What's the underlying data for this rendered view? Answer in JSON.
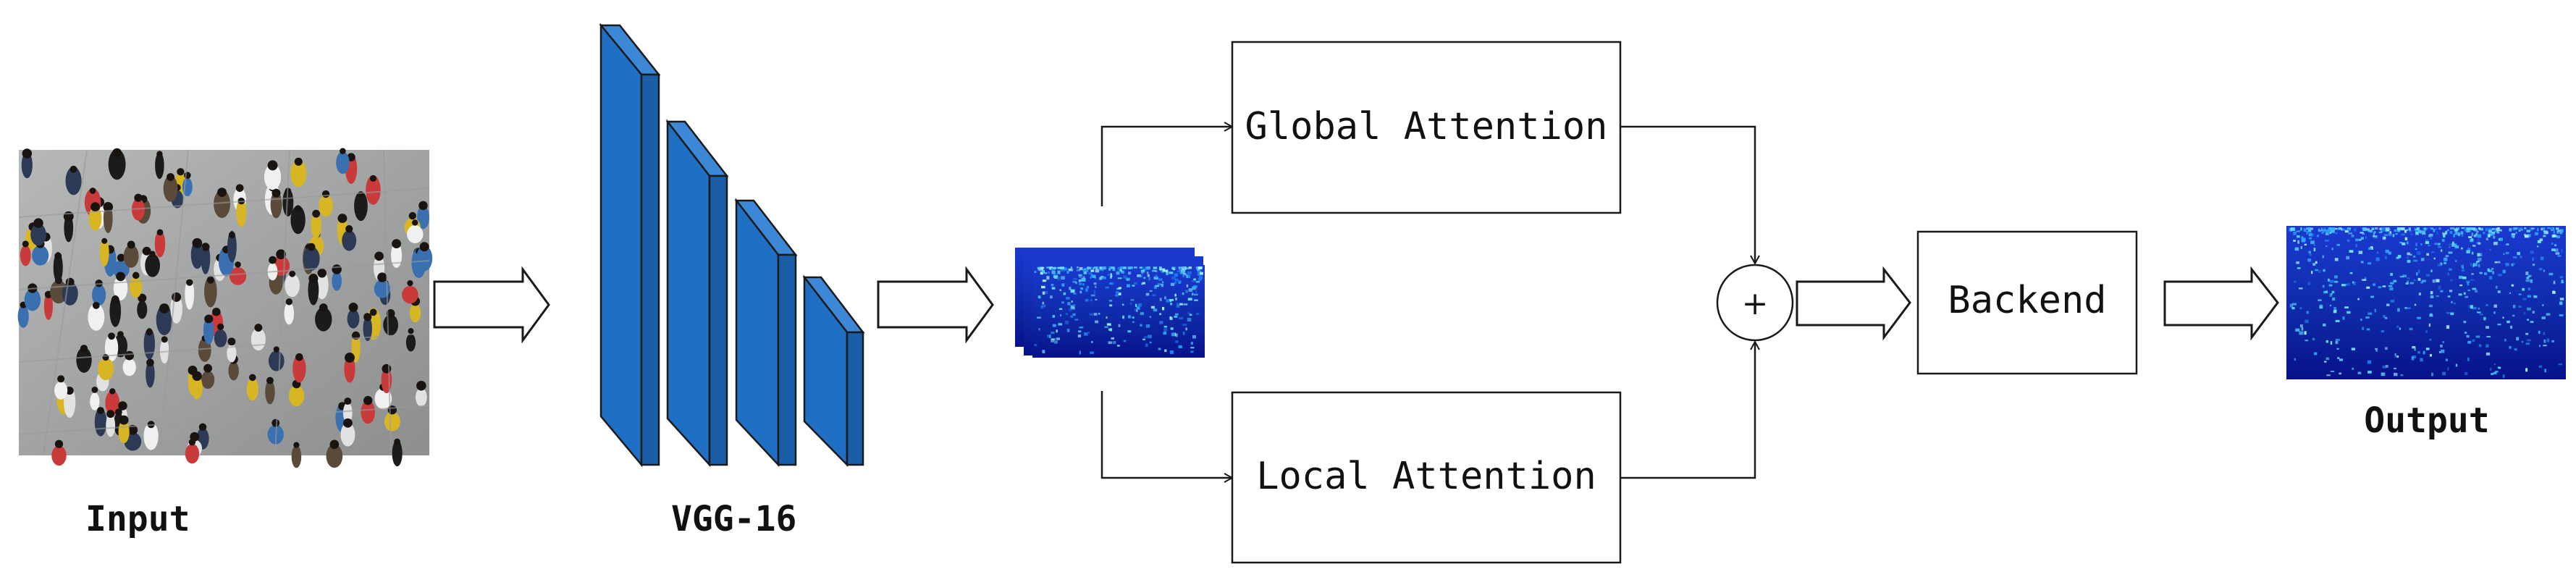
{
  "labels": {
    "input": "Input",
    "vgg": "VGG-16",
    "output": "Output"
  },
  "boxes": {
    "global_attention": "Global Attention",
    "local_attention": "Local Attention",
    "backend": "Backend"
  },
  "symbols": {
    "sum": "+"
  },
  "colors": {
    "vgg_front": "#1f6fc4",
    "vgg_side": "#1a5ea8",
    "vgg_top": "#3d88d6",
    "outline": "#1a1a1a",
    "heatmap_base": "#0a1a8c",
    "heatmap_hot": "#4fd6ff"
  },
  "icons": {
    "input_image": "crowd-photo",
    "feature_map": "density-feature-map-stack",
    "output_image": "density-map"
  }
}
